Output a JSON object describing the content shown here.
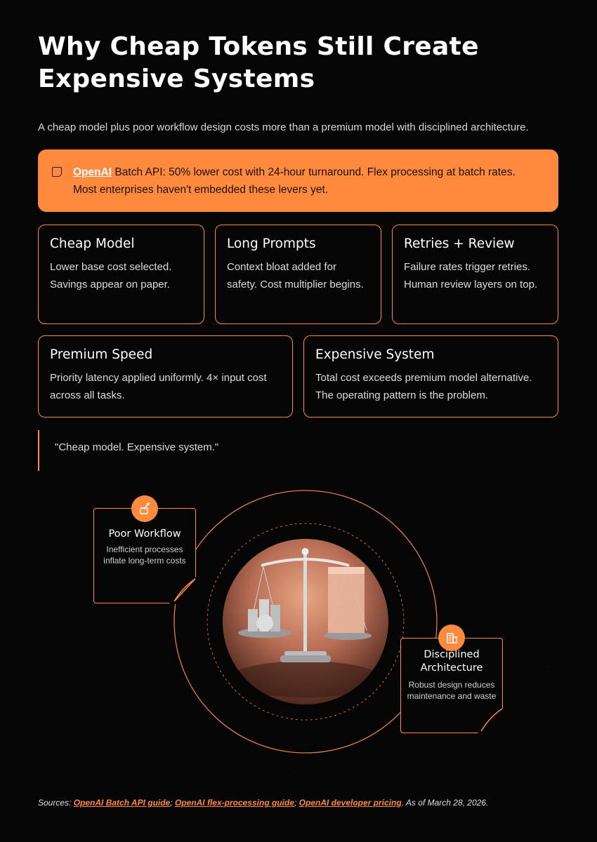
{
  "header": {
    "title": "Why Cheap Tokens Still Create Expensive Systems",
    "subtitle": "A cheap model plus poor workflow design costs more than a premium model with disciplined architecture."
  },
  "callout": {
    "icon": "note-icon",
    "link_text": "OpenAI",
    "text": " Batch API: 50% lower cost with 24-hour turnaround. Flex processing at batch rates. Most enterprises haven't embedded these levers yet."
  },
  "cards": [
    {
      "title": "Cheap Model",
      "body": "Lower base cost selected. Savings appear on paper."
    },
    {
      "title": "Long Prompts",
      "body": "Context bloat added for safety. Cost multiplier begins."
    },
    {
      "title": "Retries + Review",
      "body": "Failure rates trigger retries. Human review layers on top."
    },
    {
      "title": "Premium Speed",
      "body": "Priority latency applied uniformly. 4× input cost across all tasks."
    },
    {
      "title": "Expensive System",
      "body": "Total cost exceeds premium model alternative. The operating pattern is the problem."
    }
  ],
  "quote": "\"Cheap model. Expensive system.\"",
  "diagram": {
    "left": {
      "icon": "workflow-icon",
      "title": "Poor Workflow",
      "text": "Inefficient processes inflate long-term costs"
    },
    "right": {
      "icon": "building-icon",
      "title": "Disciplined Architecture",
      "text": "Robust design reduces maintenance and waste"
    },
    "image": "balance-scale-image"
  },
  "sources": {
    "prefix": "Sources: ",
    "links": [
      "OpenAI Batch API guide",
      "OpenAI flex-processing guide",
      "OpenAI developer pricing"
    ],
    "sep": "; ",
    "suffix": ". As of March 28, 2026."
  },
  "colors": {
    "accent": "#ff8a3d",
    "background": "#050505",
    "text": "#e8e8e8"
  }
}
